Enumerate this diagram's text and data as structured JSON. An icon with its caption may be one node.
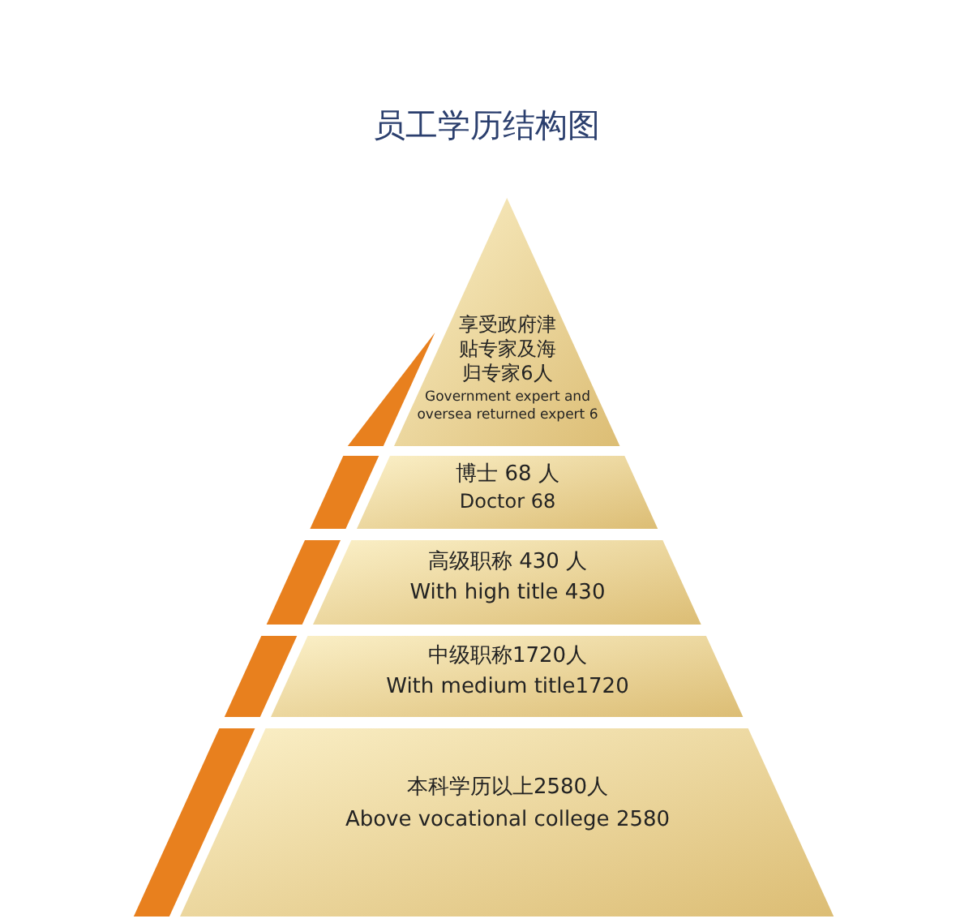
{
  "diagram": {
    "title": "员工学历结构图",
    "nodes": [
      {
        "text": [
          "享受政府津贴专家及海归专家6人",
          "Government expert and oversea returned expert 6"
        ]
      },
      {
        "text": [
          "博士 68 人",
          "Doctor 68"
        ]
      },
      {
        "text": [
          "高级职称 430 人",
          "With high title 430"
        ]
      },
      {
        "text": [
          "中级职称1720人",
          "With medium title1720"
        ]
      },
      {
        "text": [
          "本科学历以上2580人",
          "Above vocational college 2580"
        ]
      }
    ]
  }
}
